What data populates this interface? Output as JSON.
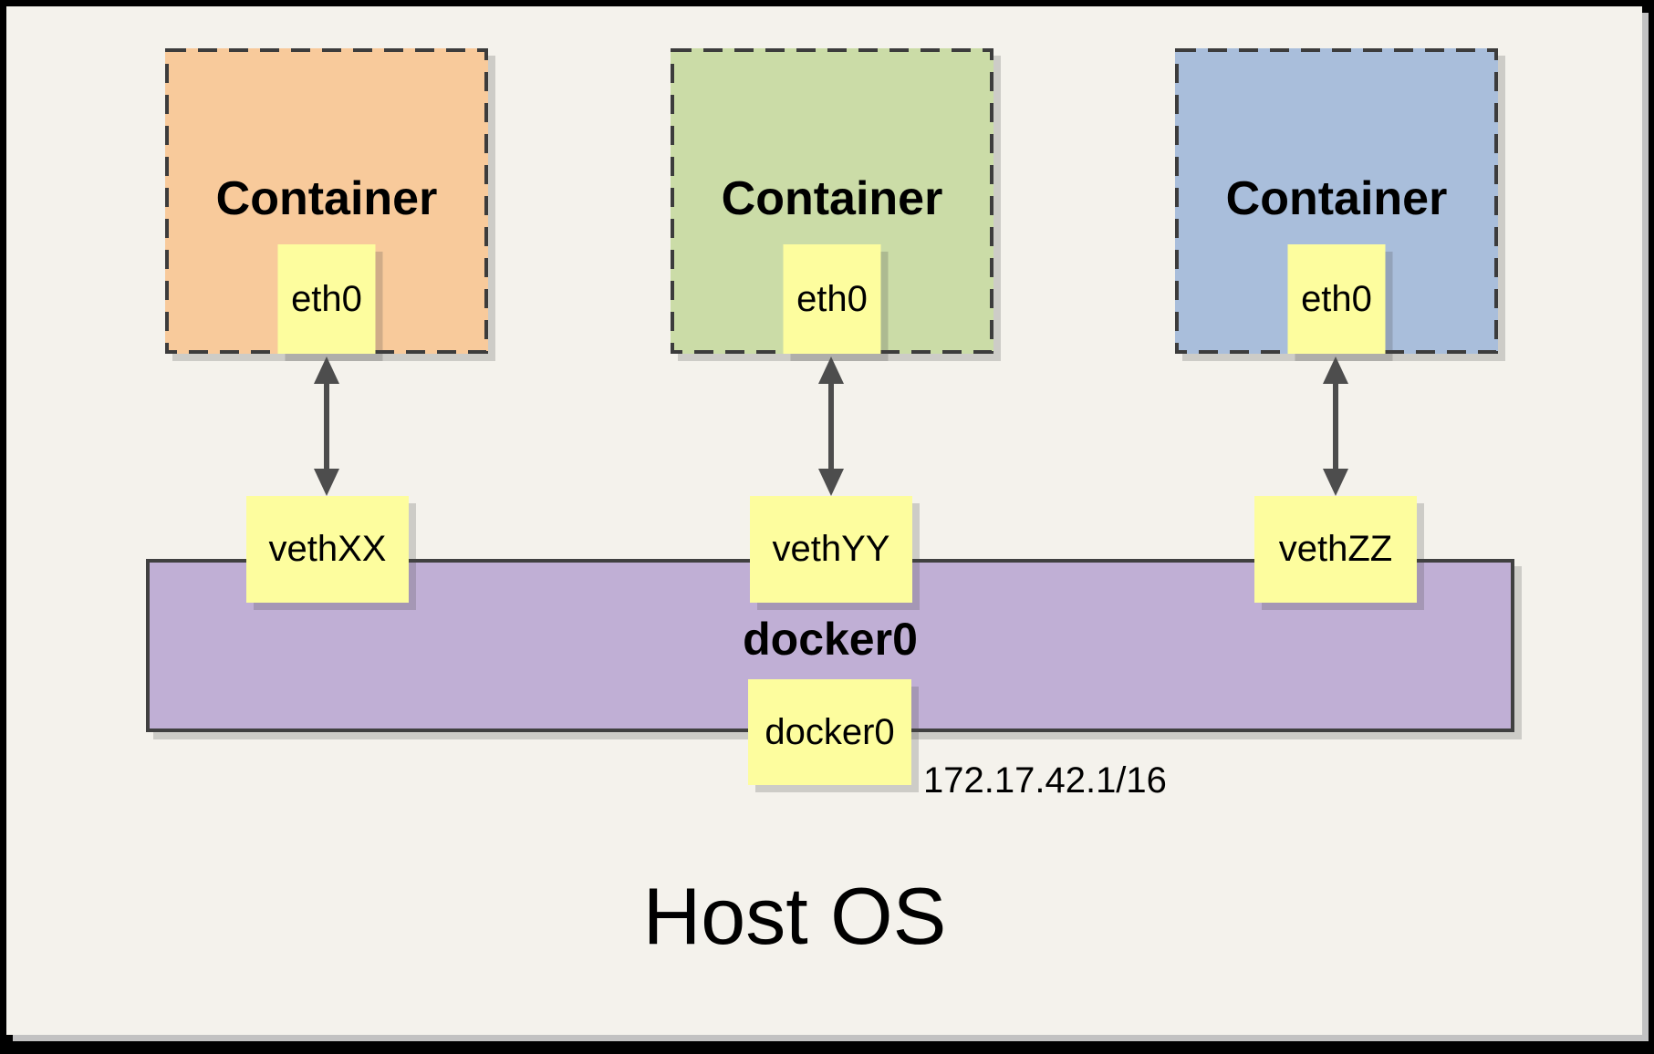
{
  "containers": [
    {
      "label": "Container",
      "interface": "eth0",
      "veth": "vethXX",
      "fill": "#F8CA9B"
    },
    {
      "label": "Container",
      "interface": "eth0",
      "veth": "vethYY",
      "fill": "#CBDCA7"
    },
    {
      "label": "Container",
      "interface": "eth0",
      "veth": "vethZZ",
      "fill": "#A9BEDB"
    }
  ],
  "bridge": {
    "label": "docker0",
    "interface": "docker0",
    "ip": "172.17.42.1/16",
    "fill": "#C0AFD5"
  },
  "host": {
    "label": "Host OS"
  },
  "styles": {
    "node_fill": "#FDFD9E",
    "panel_background": "#F4F2EC",
    "frame_color": "#000000",
    "dashed_border_color": "#3C3C3C",
    "bar_border_color": "#404040",
    "arrow_color": "#4D4D4D",
    "text_color": "#000000"
  }
}
